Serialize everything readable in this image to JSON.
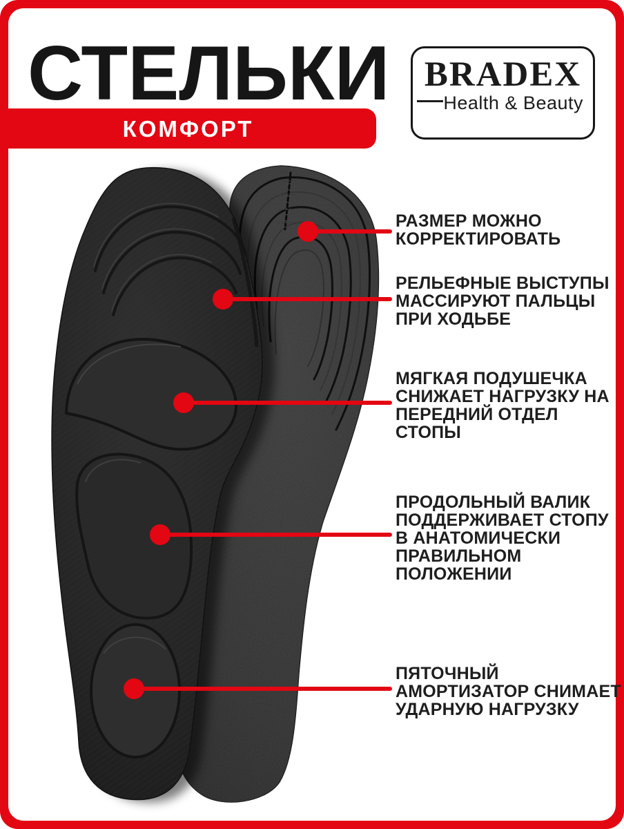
{
  "header": {
    "title": "СТЕЛЬКИ",
    "subtitle": "КОМФОРТ"
  },
  "brand": {
    "name": "BRADEX",
    "tagline": "Health & Beauty"
  },
  "colors": {
    "accent_red": "#e30613",
    "text_dark": "#1e1e1e",
    "insole_black": "#222222",
    "background": "#ffffff"
  },
  "product": {
    "image_subject": "two black foam comfort insoles"
  },
  "callouts": [
    {
      "text": "РАЗМЕР МОЖНО\nКОРРЕКТИРОВАТЬ"
    },
    {
      "text": "РЕЛЬЕФНЫЕ ВЫСТУПЫ\nМАССИРУЮТ ПАЛЬЦЫ\nПРИ ХОДЬБЕ"
    },
    {
      "text": "МЯГКАЯ ПОДУШЕЧКА\nСНИЖАЕТ НАГРУЗКУ НА\nПЕРЕДНИЙ ОТДЕЛ СТОПЫ"
    },
    {
      "text": "ПРОДОЛЬНЫЙ ВАЛИК\nПОДДЕРЖИВАЕТ СТОПУ\nВ АНАТОМИЧЕСКИ\nПРАВИЛЬНОМ\nПОЛОЖЕНИИ"
    },
    {
      "text": "ПЯТОЧНЫЙ\nАМОРТИЗАТОР СНИМАЕТ\nУДАРНУЮ НАГРУЗКУ"
    }
  ]
}
